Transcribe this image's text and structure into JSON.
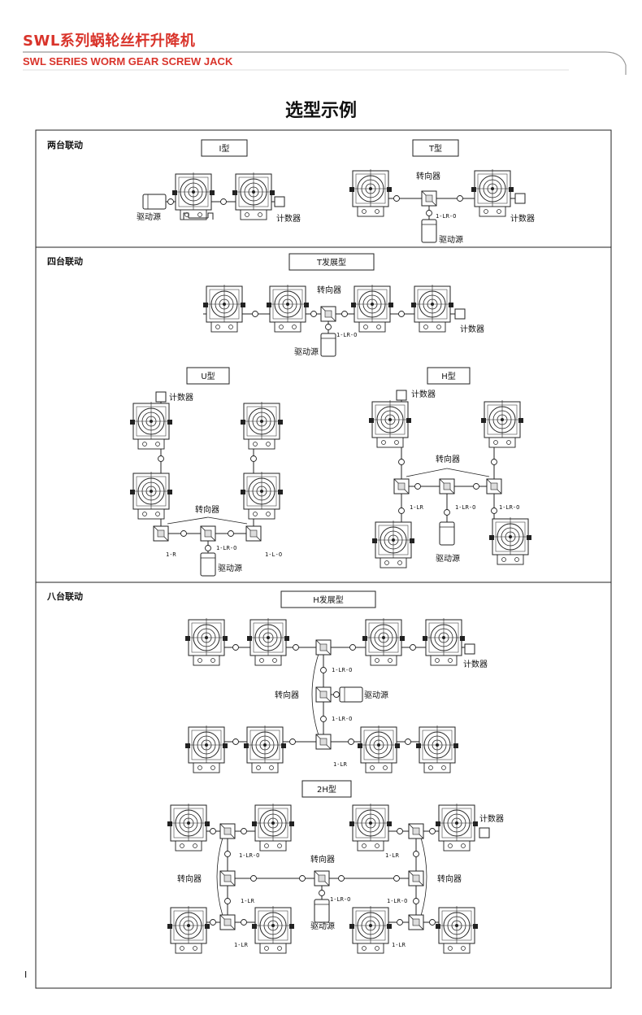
{
  "header": {
    "title": "SWL系列蜗轮丝杆升降机",
    "subtitle": "SWL SERIES WORM GEAR SCREW JACK",
    "accent_color": "#d9342b"
  },
  "page_title": "选型示例",
  "footer": {
    "page_number": "I"
  },
  "sections": {
    "two": {
      "title": "两台联动",
      "type_i": "I型",
      "type_t": "T型",
      "drive": "驱动源",
      "counter": "计数器",
      "counter_t": "计数器",
      "gearbox": "转向器",
      "drive_t": "驱动源",
      "ratio_t": "1-LR-O"
    },
    "four": {
      "title": "四台联动",
      "type_t_ext": "T发展型",
      "gearbox": "转向器",
      "drive": "驱动源",
      "counter": "计数器",
      "ratio": "1-LR-O",
      "type_u": "U型",
      "u_counter": "计数器",
      "u_gearbox": "转向器",
      "u_drive": "驱动源",
      "u_ratio_left": "1-R",
      "u_ratio_mid": "1-LR-O",
      "u_ratio_right": "1-L-O",
      "type_h": "H型",
      "h_counter": "计数器",
      "h_gearbox": "转向器",
      "h_drive": "驱动源",
      "h_ratio_left": "1-LR",
      "h_ratio_mid": "1-LR-O",
      "h_ratio_right": "1-LR-O"
    },
    "eight": {
      "title": "八台联动",
      "type_h_ext": "H发展型",
      "hx_counter": "计数器",
      "hx_gearbox": "转向器",
      "hx_drive": "驱动源",
      "hx_ratio_top": "1-LR-O",
      "hx_ratio_mid": "1-LR-O",
      "hx_ratio_bot": "1-LR",
      "type_2h": "2H型",
      "h2_counter": "计数器",
      "h2_gearbox_center": "转向器",
      "h2_gearbox_left": "转向器",
      "h2_gearbox_right": "转向器",
      "h2_drive": "驱动源",
      "h2_ratio_l1": "1-LR-O",
      "h2_ratio_l2": "1-LR",
      "h2_ratio_l3": "1-LR",
      "h2_ratio_c": "1-LR-O",
      "h2_ratio_r1": "1-LR",
      "h2_ratio_r2": "1-LR-O",
      "h2_ratio_r3": "1-LR"
    }
  }
}
